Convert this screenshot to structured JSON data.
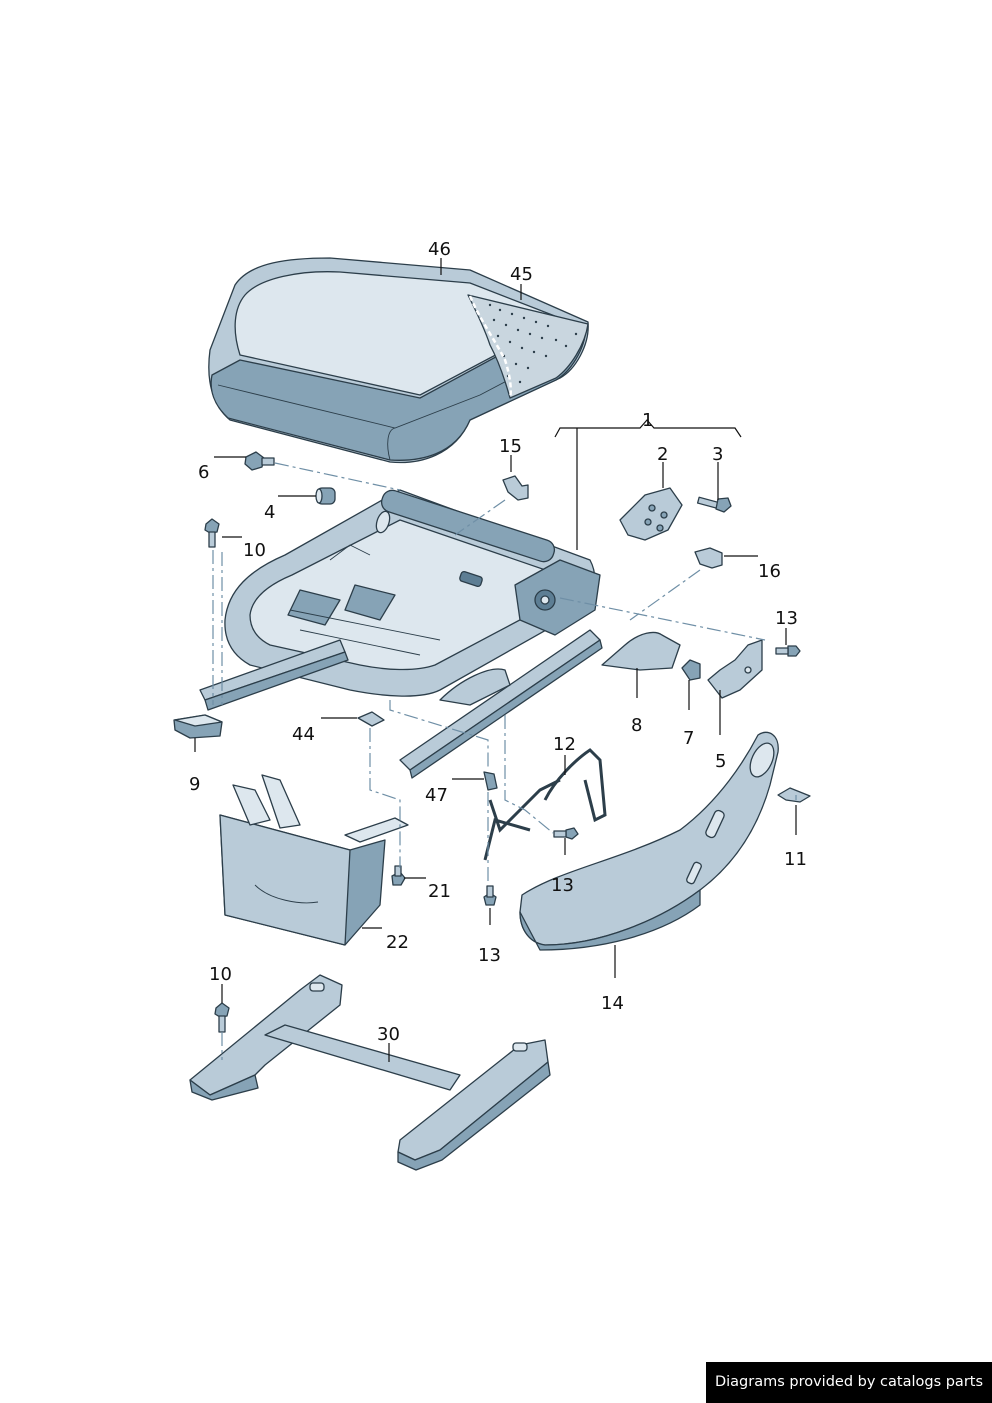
{
  "footer": {
    "credit": "Diagrams provided by catalogs parts"
  },
  "callouts": [
    "46",
    "45",
    "1",
    "2",
    "3",
    "15",
    "6",
    "4",
    "10",
    "16",
    "13",
    "8",
    "7",
    "5",
    "44",
    "12",
    "9",
    "47",
    "11",
    "21",
    "13",
    "22",
    "13",
    "14",
    "10",
    "30"
  ],
  "colors": {
    "part_light": "#dde7ee",
    "part_mid": "#b9cbd8",
    "part_dark": "#86a3b6",
    "part_deep": "#5d7e94",
    "outline": "#2c3e4a",
    "dash_line": "#6f8fa6"
  }
}
